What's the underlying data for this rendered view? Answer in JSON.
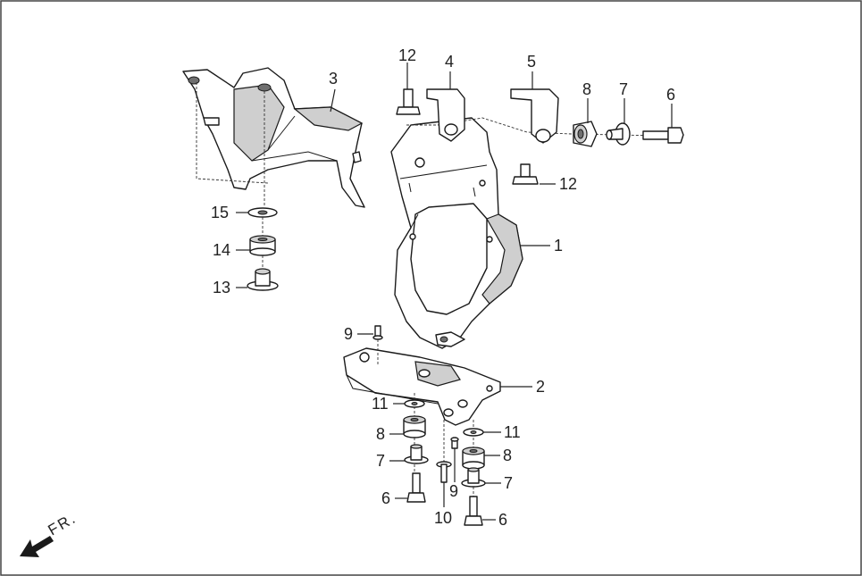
{
  "diagram": {
    "callouts": [
      {
        "id": "c1",
        "num": "1"
      },
      {
        "id": "c2",
        "num": "2"
      },
      {
        "id": "c3",
        "num": "3"
      },
      {
        "id": "c4",
        "num": "4"
      },
      {
        "id": "c5",
        "num": "5"
      },
      {
        "id": "c6a",
        "num": "6"
      },
      {
        "id": "c6b",
        "num": "6"
      },
      {
        "id": "c6c",
        "num": "6"
      },
      {
        "id": "c7a",
        "num": "7"
      },
      {
        "id": "c7b",
        "num": "7"
      },
      {
        "id": "c7c",
        "num": "7"
      },
      {
        "id": "c8a",
        "num": "8"
      },
      {
        "id": "c8b",
        "num": "8"
      },
      {
        "id": "c8c",
        "num": "8"
      },
      {
        "id": "c9a",
        "num": "9"
      },
      {
        "id": "c9b",
        "num": "9"
      },
      {
        "id": "c10",
        "num": "10"
      },
      {
        "id": "c11a",
        "num": "11"
      },
      {
        "id": "c11b",
        "num": "11"
      },
      {
        "id": "c12a",
        "num": "12"
      },
      {
        "id": "c12b",
        "num": "12"
      },
      {
        "id": "c13",
        "num": "13"
      },
      {
        "id": "c14",
        "num": "14"
      },
      {
        "id": "c15",
        "num": "15"
      }
    ],
    "front_indicator": "FR."
  }
}
